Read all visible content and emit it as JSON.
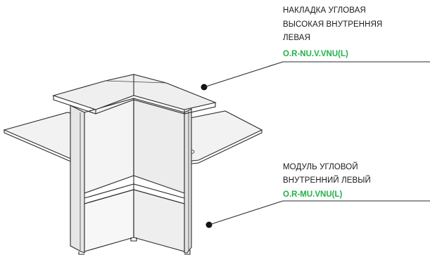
{
  "callouts": [
    {
      "lines": [
        "НАКЛАДКА УГЛОВАЯ",
        "ВЫСОКАЯ ВНУТРЕННЯЯ",
        "ЛЕВАЯ"
      ],
      "code": "O.R-NU.V.VNU(L)"
    },
    {
      "lines": [
        "МОДУЛЬ УГЛОВОЙ",
        "ВНУТРЕННИЙ ЛЕВЫЙ"
      ],
      "code": "O.R-MU.VNU(L)"
    }
  ],
  "colors": {
    "code_text": "#21b24b",
    "line": "#2b2b2b",
    "top_face": "#efefef",
    "side_face": "#e4e4e4",
    "front_face": "#f6f6f6"
  }
}
